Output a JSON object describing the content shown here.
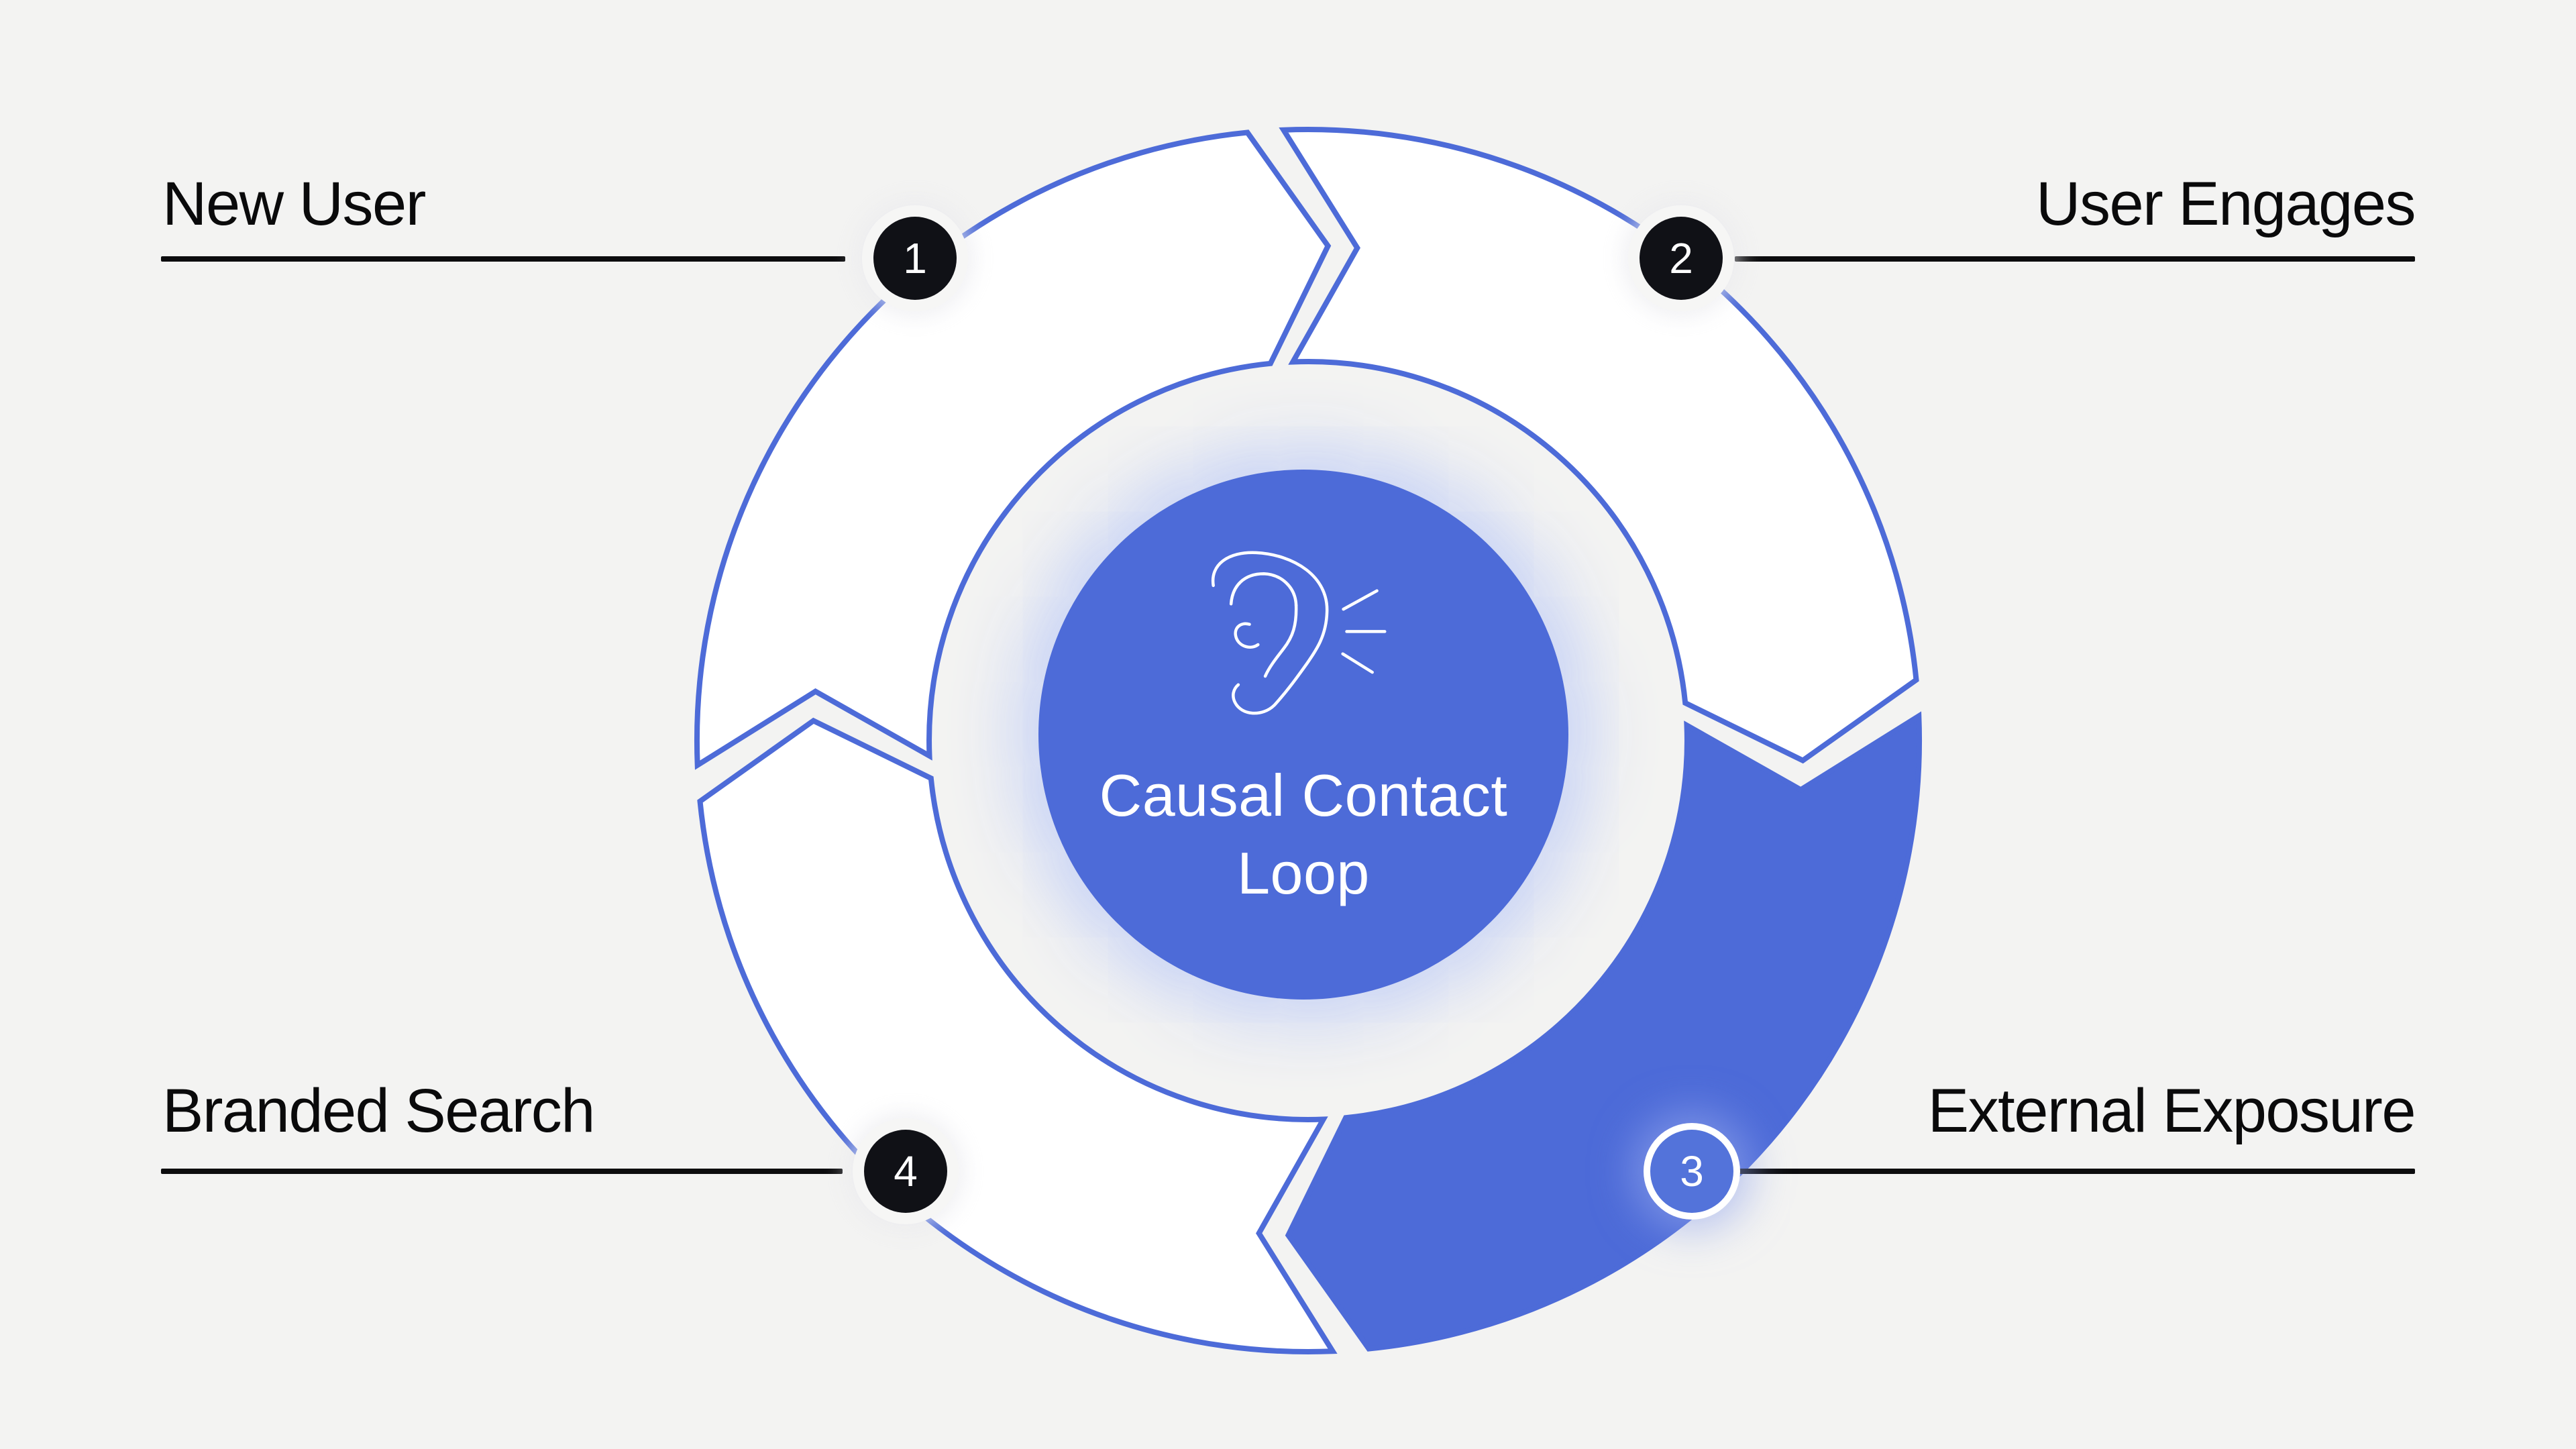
{
  "diagram": {
    "title": "Causal Contact Loop",
    "center_icon": "listening-ear-icon",
    "flow": "clockwise",
    "steps": [
      {
        "number": "1",
        "label": "New User",
        "position": "top-left",
        "highlighted": false
      },
      {
        "number": "2",
        "label": "User Engages",
        "position": "top-right",
        "highlighted": false
      },
      {
        "number": "3",
        "label": "External Exposure",
        "position": "bottom-right",
        "highlighted": true
      },
      {
        "number": "4",
        "label": "Branded Search",
        "position": "bottom-left",
        "highlighted": false
      }
    ],
    "colors": {
      "background": "#f3f3f2",
      "ring_blue": "#4d6bd8",
      "badge_blue": "#5373da",
      "badge_dark": "#101116",
      "text_dark": "#0a0a0b",
      "white": "#ffffff",
      "glow": "#c6d2f6"
    }
  }
}
